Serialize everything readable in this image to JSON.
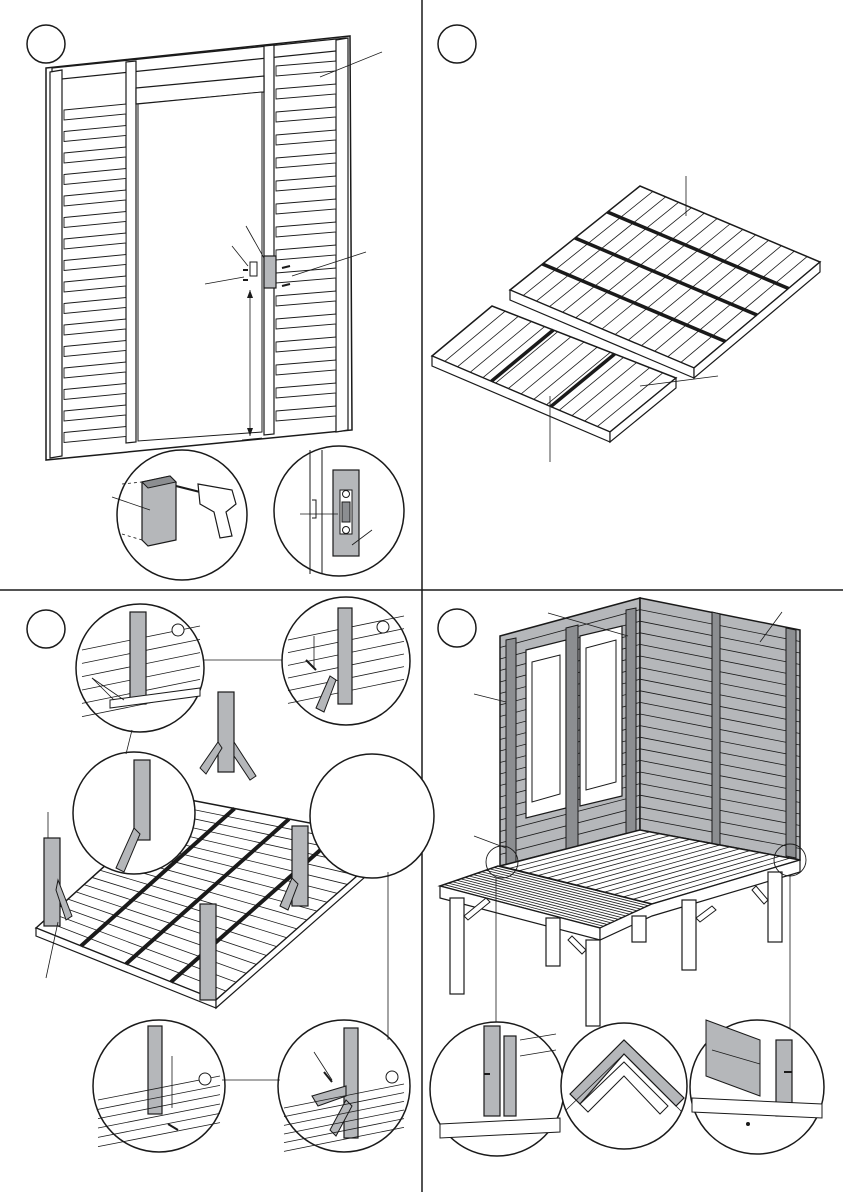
{
  "sheet": {
    "steps": [
      {
        "id": "step-1",
        "marker": ""
      },
      {
        "id": "step-2",
        "marker": ""
      },
      {
        "id": "step-3",
        "marker": ""
      },
      {
        "id": "step-4",
        "marker": ""
      }
    ],
    "colors": {
      "line": "#1a1a1a",
      "panel_grey": "#b5b7ba",
      "dark_grey": "#8c8e91",
      "background": "#ffffff"
    }
  }
}
